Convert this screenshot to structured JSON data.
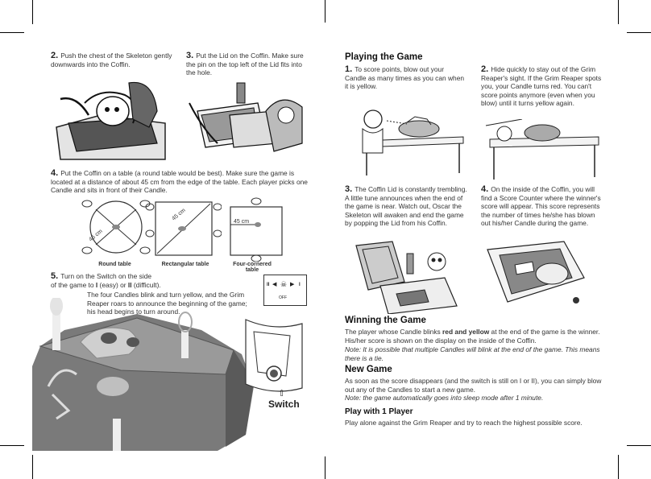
{
  "left": {
    "step2": {
      "num": "2.",
      "text": "Push the chest of the Skeleton gently downwards into the Coffin."
    },
    "step3": {
      "num": "3.",
      "text": "Put the Lid on the Coffin. Make sure the pin on the top left of the Lid fits into the hole."
    },
    "step4": {
      "num": "4.",
      "text": "Put the Coffin on a table (a round table would be best). Make sure the game is located at a distance of about 45 cm from the edge of the table. Each player picks one Candle and sits in front of their Candle."
    },
    "tables": {
      "dist1": "45 cm",
      "dist2": "45 cm",
      "dist3": "45 cm",
      "cap_round": "Round table",
      "cap_rect": "Rectangular table",
      "cap_four": "Four-cornered table"
    },
    "step5": {
      "num": "5.",
      "line1": "Turn on the Switch on the side",
      "line2_pre": "of the game to ",
      "line2_I": "I",
      "line2_mid": " (easy) or ",
      "line2_II": "II",
      "line2_post": " (difficult).",
      "para": "The four Candles blink and turn yellow, and the Grim Reaper roars to announce the beginning of the game; his head begins to turn around."
    },
    "switch": {
      "label": "Switch",
      "pos_II": "II",
      "pos_I": "I",
      "off": "OFF"
    }
  },
  "right": {
    "playing": {
      "heading": "Playing the Game",
      "s1": {
        "num": "1.",
        "text": "To score points, blow out your Candle as many times as you can when it is yellow."
      },
      "s2": {
        "num": "2.",
        "text": "Hide quickly to stay out of the Grim Reaper's sight. If the Grim Reaper spots you, your Candle turns red. You can't score points anymore (even when you blow) until it turns yellow again."
      },
      "s3": {
        "num": "3.",
        "text": "The Coffin Lid is constantly trembling. A little tune announces when the end of the game is near. Watch out, Oscar the Skeleton will awaken and end the game by popping the Lid from his Coffin."
      },
      "s4": {
        "num": "4.",
        "text": "On the inside of the Coffin, you will find a Score Counter where the winner's score will appear. This score represents the number of times he/she has blown out his/her Candle during the game."
      }
    },
    "winning": {
      "heading": "Winning the Game",
      "p_pre": "The player whose Candle blinks ",
      "p_bold": "red and yellow",
      "p_post": " at the end of the game is the winner. His/her score is shown on the display on the inside of the Coffin.",
      "note": "Note: It is possible that multiple Candles will blink at the end of the game. This means there is a tie."
    },
    "newgame": {
      "heading": "New Game",
      "p": "As soon as the score disappears (and the switch is still on I or II), you can simply blow out any of the Candles to start a new game.",
      "note": "Note: the game automatically goes into sleep mode after 1 minute."
    },
    "oneplayer": {
      "heading": "Play with 1 Player",
      "p": "Play alone against the Grim Reaper and try to reach the highest possible score."
    }
  }
}
